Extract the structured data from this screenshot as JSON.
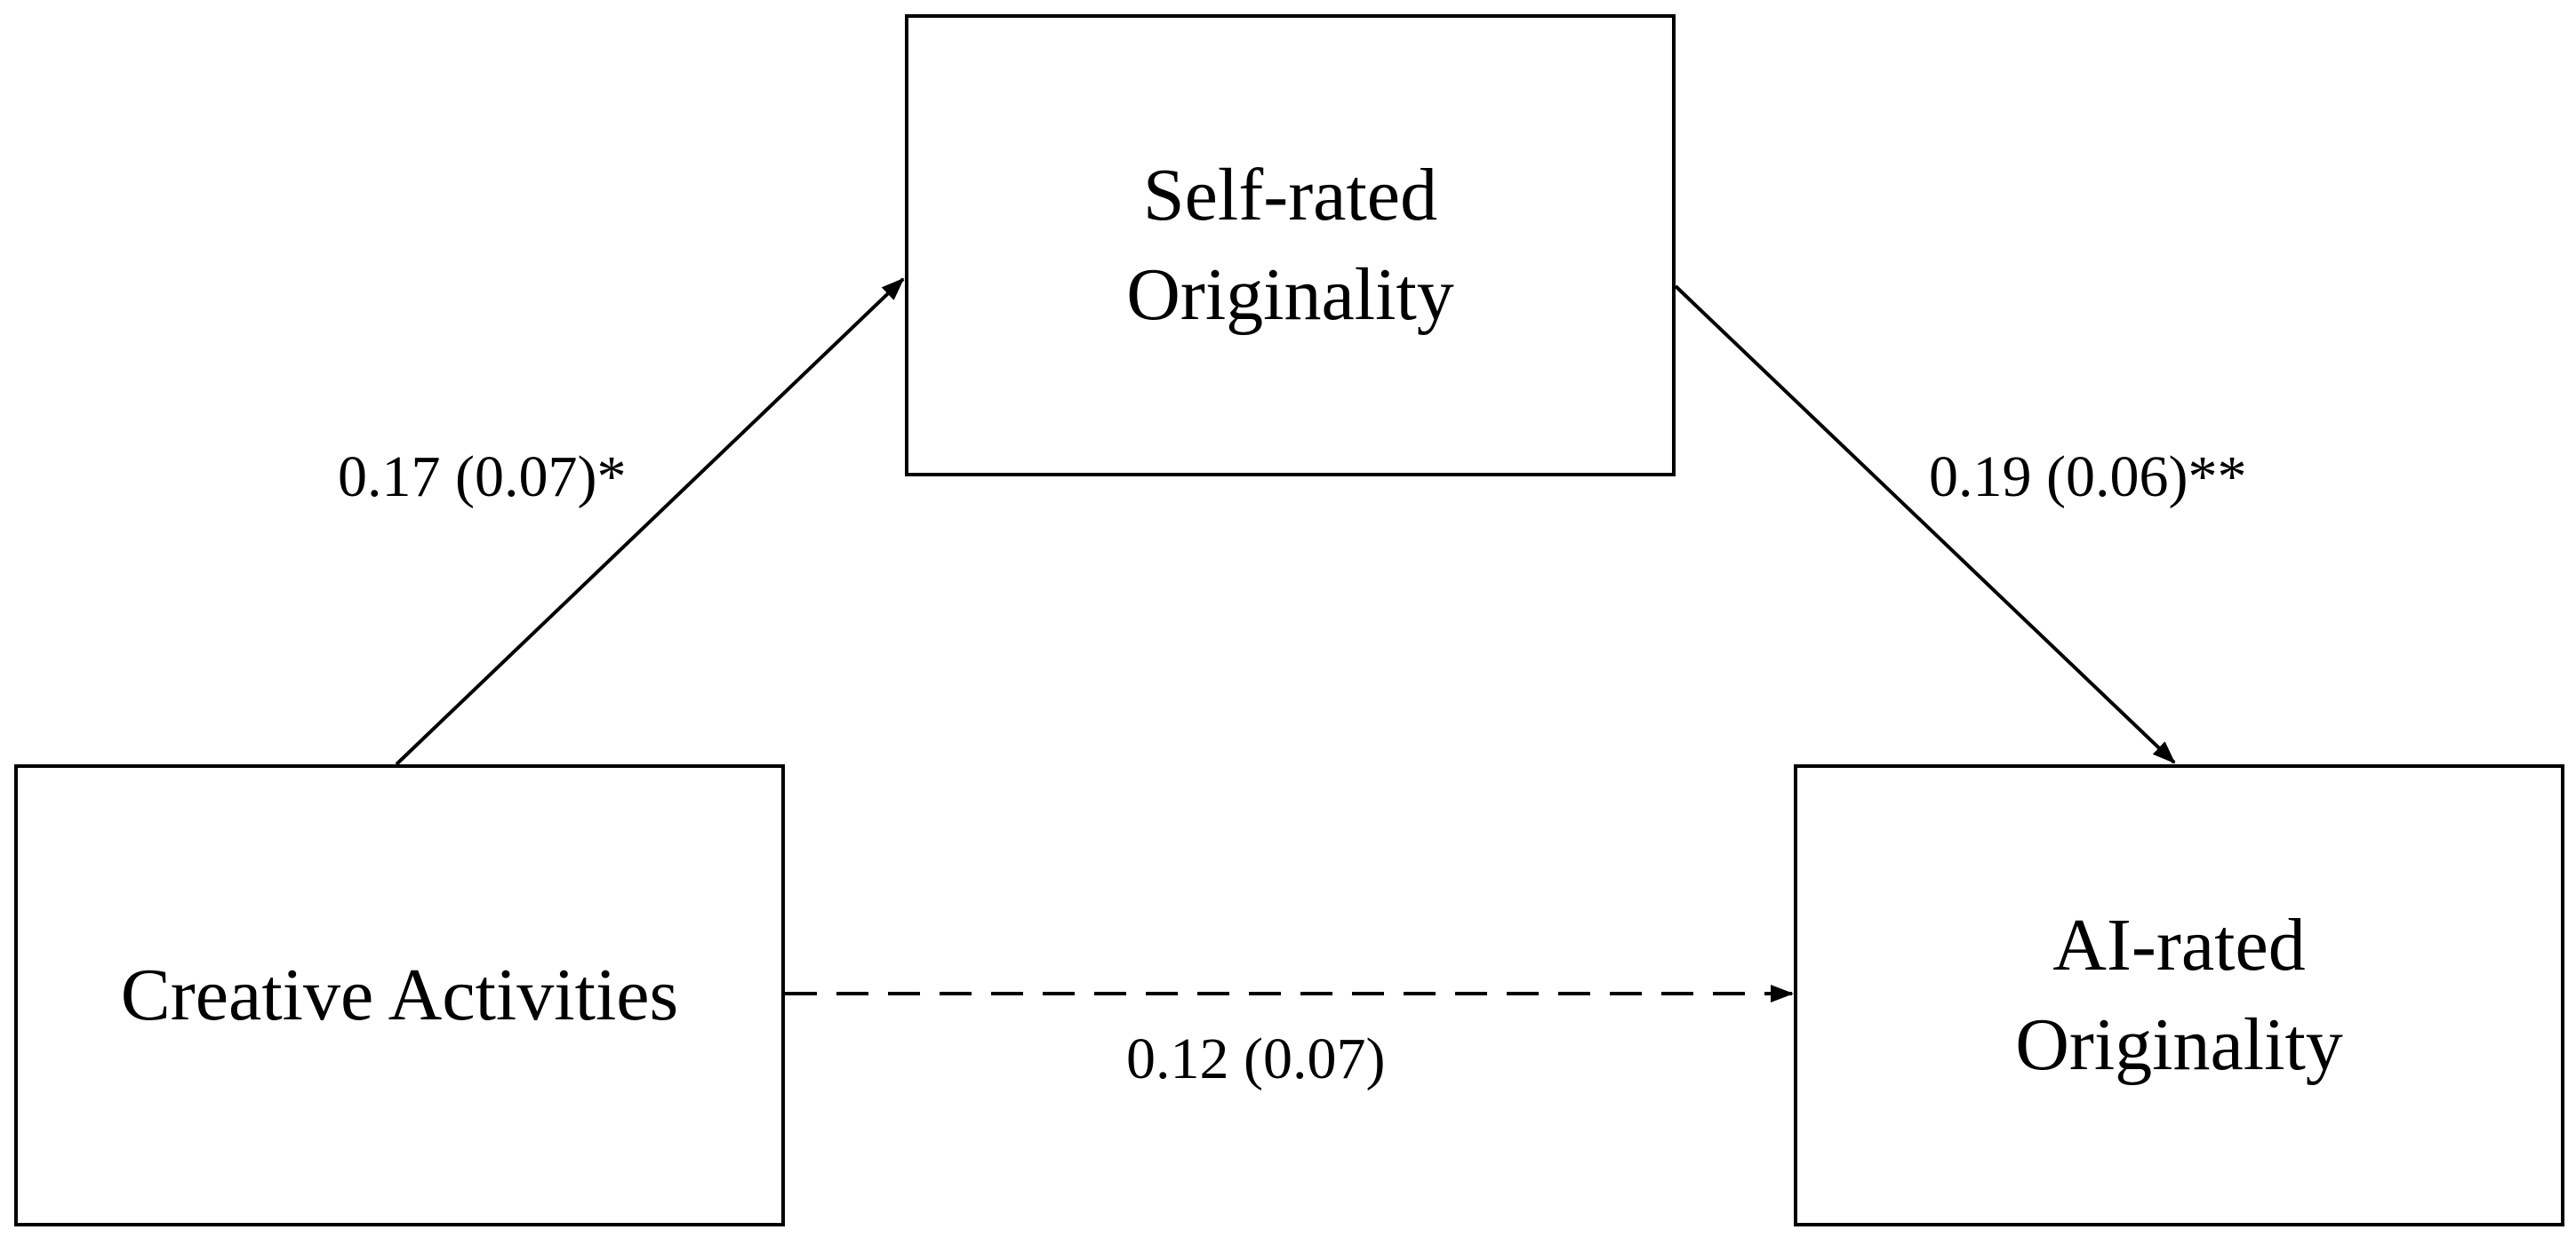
{
  "diagram": {
    "nodes": {
      "self_rated": {
        "label": "Self-rated\nOriginality"
      },
      "creative": {
        "label": "Creative Activities"
      },
      "ai_rated": {
        "label": "AI-rated\nOriginality"
      }
    },
    "edges": [
      {
        "from": "Creative Activities",
        "to": "Self-rated Originality",
        "style": "solid",
        "label": "0.17 (0.07)*"
      },
      {
        "from": "Self-rated Originality",
        "to": "AI-rated Originality",
        "style": "solid",
        "label": "0.19 (0.06)**"
      },
      {
        "from": "Creative Activities",
        "to": "AI-rated Originality",
        "style": "dashed",
        "label": "0.12 (0.07)"
      }
    ],
    "colors": {
      "stroke": "#000000",
      "background": "#ffffff"
    }
  }
}
